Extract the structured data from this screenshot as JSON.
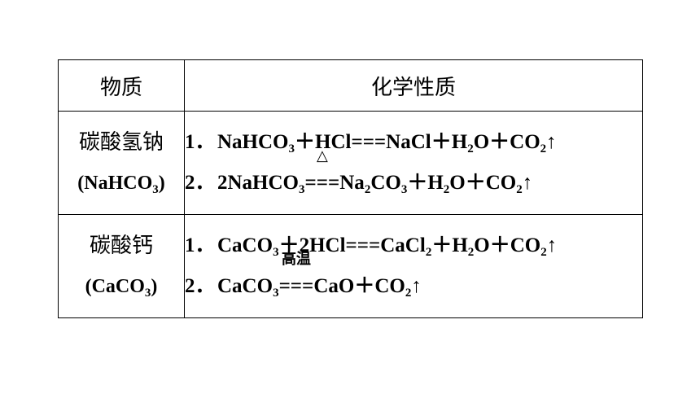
{
  "table": {
    "headers": [
      "物质",
      "化学性质"
    ],
    "rows": [
      {
        "name": "碳酸氢钠",
        "formula_main": "(NaHCO",
        "formula_sub": "3",
        "formula_end": ")",
        "equations": [
          {
            "num": "1．",
            "parts": [
              "NaHCO",
              "3",
              "＋HCl===NaCl＋H",
              "2",
              "O＋CO",
              "2",
              "↑"
            ]
          },
          {
            "num": "2．",
            "condition": "△",
            "parts": [
              "2NaHCO",
              "3",
              "===",
              "Na",
              "2",
              "CO",
              "3",
              "＋H",
              "2",
              "O＋CO",
              "2",
              "↑"
            ]
          }
        ]
      },
      {
        "name": "碳酸钙",
        "formula_main": "(CaCO",
        "formula_sub": "3",
        "formula_end": ")",
        "equations": [
          {
            "num": "1．",
            "parts": [
              "CaCO",
              "3",
              "＋2HCl===CaCl",
              "2",
              "＋H",
              "2",
              "O＋CO",
              "2",
              "↑"
            ]
          },
          {
            "num": "2．",
            "condition": "高温",
            "parts": [
              "CaCO",
              "3",
              "===",
              "CaO＋CO",
              "2",
              "↑"
            ]
          }
        ]
      }
    ]
  }
}
